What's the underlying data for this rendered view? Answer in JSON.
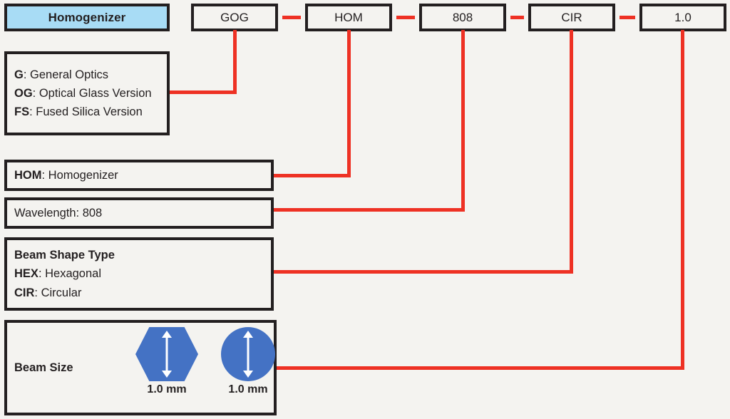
{
  "diagram": {
    "title": "Homogenizer",
    "accent_color": "#ee3124",
    "title_bg_color": "#a8dcf5",
    "shape_fill_color": "#4472c4",
    "background_color": "#f4f3f0",
    "border_color": "#231f20"
  },
  "part_number": {
    "segments": [
      {
        "code": "GOG"
      },
      {
        "code": "HOM"
      },
      {
        "code": "808"
      },
      {
        "code": "CIR"
      },
      {
        "code": "1.0"
      }
    ],
    "separator": "-"
  },
  "legend": {
    "version": {
      "lines": [
        {
          "key": "G",
          "sep": ": ",
          "value": "General Optics"
        },
        {
          "key": "OG",
          "sep": ": ",
          "value": "Optical Glass Version"
        },
        {
          "key": "FS",
          "sep": ": ",
          "value": "Fused Silica Version"
        }
      ]
    },
    "product": {
      "lines": [
        {
          "key": "HOM",
          "sep": ": ",
          "value": "Homogenizer"
        }
      ]
    },
    "wavelength": {
      "lines": [
        {
          "key": "",
          "sep": "",
          "value": "Wavelength: 808"
        }
      ]
    },
    "beam_shape": {
      "heading": "Beam Shape Type",
      "lines": [
        {
          "key": "HEX",
          "sep": ": ",
          "value": "Hexagonal"
        },
        {
          "key": "CIR",
          "sep": ": ",
          "value": "Circular"
        }
      ]
    },
    "beam_size": {
      "heading": "Beam Size",
      "shapes": [
        {
          "icon": "hexagon-beam-icon",
          "label": "1.0 mm"
        },
        {
          "icon": "circle-beam-icon",
          "label": "1.0 mm"
        }
      ]
    }
  }
}
